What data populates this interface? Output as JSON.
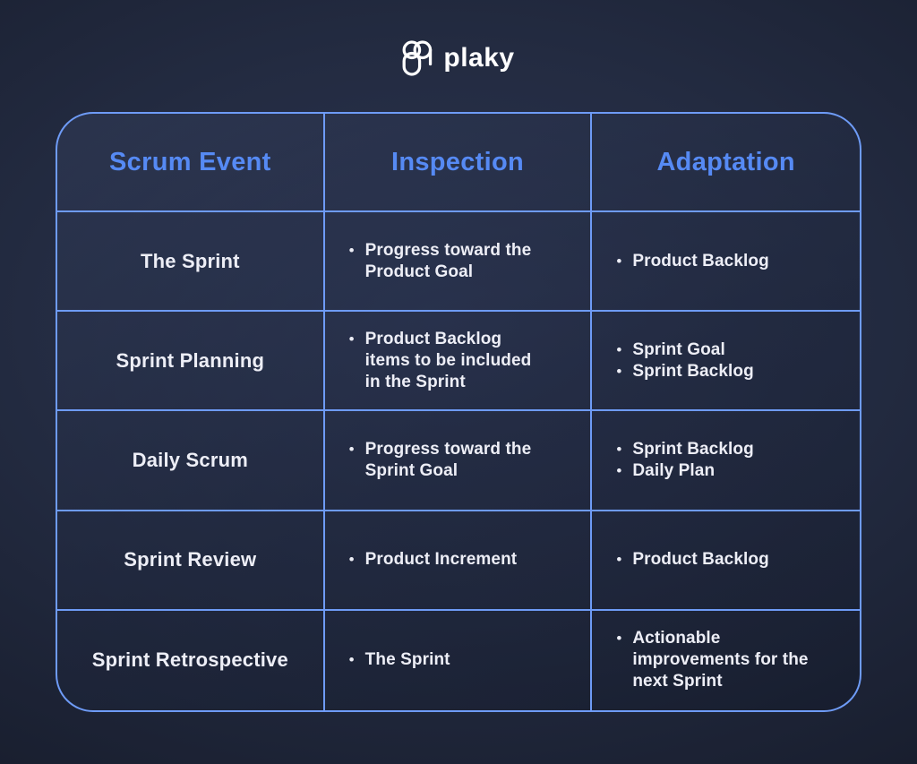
{
  "logo": {
    "text": "plaky"
  },
  "table": {
    "headers": [
      "Scrum Event",
      "Inspection",
      "Adaptation"
    ],
    "rows": [
      {
        "event": "The Sprint",
        "inspection": [
          "Progress toward the Product Goal"
        ],
        "adaptation": [
          "Product Backlog"
        ]
      },
      {
        "event": "Sprint Planning",
        "inspection": [
          "Product Backlog items to be included in the Sprint"
        ],
        "adaptation": [
          "Sprint Goal",
          "Sprint Backlog"
        ]
      },
      {
        "event": "Daily Scrum",
        "inspection": [
          "Progress toward the Sprint Goal"
        ],
        "adaptation": [
          "Sprint Backlog",
          "Daily Plan"
        ]
      },
      {
        "event": "Sprint Review",
        "inspection": [
          "Product Increment"
        ],
        "adaptation": [
          "Product Backlog"
        ]
      },
      {
        "event": "Sprint Retrospective",
        "inspection": [
          "The Sprint"
        ],
        "adaptation": [
          "Actionable improvements for the next Sprint"
        ]
      }
    ]
  },
  "colors": {
    "border": "#6e9bf6",
    "header_text": "#568af4",
    "body_text": "#edeef6",
    "background_center": "#2b3450",
    "background_edge": "#11141f",
    "logo_text": "#ffffff"
  }
}
